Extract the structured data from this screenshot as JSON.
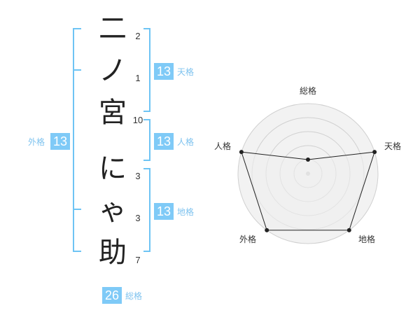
{
  "colors": {
    "accent": "#6ec4f4",
    "box": "#7fcaf7",
    "label": "#7fc3ef"
  },
  "name": {
    "chars": [
      "二",
      "ノ",
      "宮",
      "に",
      "ゃ",
      "助"
    ],
    "strokes": [
      "2",
      "1",
      "10",
      "3",
      "3",
      "7"
    ]
  },
  "fortunes": {
    "tenkaku": {
      "value": "13",
      "label": "天格"
    },
    "jinkaku": {
      "value": "13",
      "label": "人格"
    },
    "chikaku": {
      "value": "13",
      "label": "地格"
    },
    "gaikaku": {
      "value": "13",
      "label": "外格"
    },
    "soukaku": {
      "value": "26",
      "label": "総格"
    }
  },
  "radar": {
    "labels": {
      "top": "総格",
      "right": "天格",
      "bottom_right": "地格",
      "bottom_left": "外格",
      "left": "人格"
    },
    "values": {
      "soukaku": 0.2,
      "tenkaku": 1.0,
      "chikaku": 1.0,
      "gaikaku": 1.0,
      "jinkaku": 1.0
    }
  }
}
